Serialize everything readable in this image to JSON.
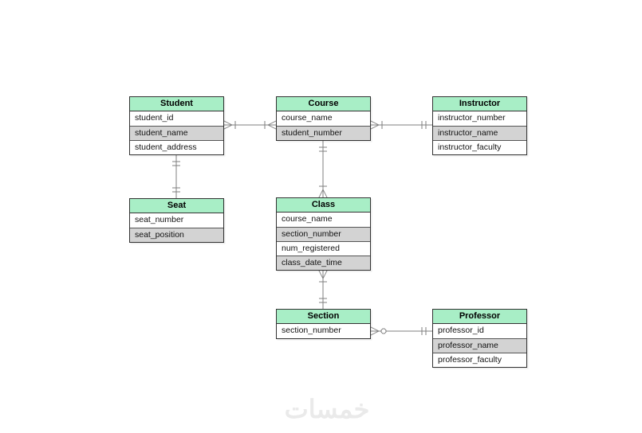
{
  "page": {
    "background_color": "#ffffff"
  },
  "diagram": {
    "type": "entity-relationship-diagram",
    "header_color": "#a8eec6",
    "shaded_row_color": "#d3d3d3",
    "border_color": "#333333",
    "line_color": "#7f7f7f",
    "entities": [
      {
        "id": "student",
        "title": "Student",
        "fields": [
          "student_id",
          "student_name",
          "student_address"
        ]
      },
      {
        "id": "course",
        "title": "Course",
        "fields": [
          "course_name",
          "student_number"
        ]
      },
      {
        "id": "instructor",
        "title": "Instructor",
        "fields": [
          "instructor_number",
          "instructor_name",
          "instructor_faculty"
        ]
      },
      {
        "id": "seat",
        "title": "Seat",
        "fields": [
          "seat_number",
          "seat_position"
        ]
      },
      {
        "id": "class",
        "title": "Class",
        "fields": [
          "course_name",
          "section_number",
          "num_registered",
          "class_date_time"
        ]
      },
      {
        "id": "section",
        "title": "Section",
        "fields": [
          "section_number"
        ]
      },
      {
        "id": "professor",
        "title": "Professor",
        "fields": [
          "professor_id",
          "professor_name",
          "professor_faculty"
        ]
      }
    ],
    "relationships": [
      {
        "from": "student",
        "to": "course",
        "from_cardinality": "one-or-many",
        "to_cardinality": "one-or-many"
      },
      {
        "from": "course",
        "to": "instructor",
        "from_cardinality": "one-or-many",
        "to_cardinality": "exactly-one"
      },
      {
        "from": "student",
        "to": "seat",
        "from_cardinality": "exactly-one",
        "to_cardinality": "exactly-one"
      },
      {
        "from": "course",
        "to": "class",
        "from_cardinality": "exactly-one",
        "to_cardinality": "one-or-many"
      },
      {
        "from": "class",
        "to": "section",
        "from_cardinality": "one-or-many",
        "to_cardinality": "exactly-one"
      },
      {
        "from": "section",
        "to": "professor",
        "from_cardinality": "zero-or-many",
        "to_cardinality": "exactly-one"
      }
    ]
  },
  "watermark": {
    "text": "خمسات"
  }
}
